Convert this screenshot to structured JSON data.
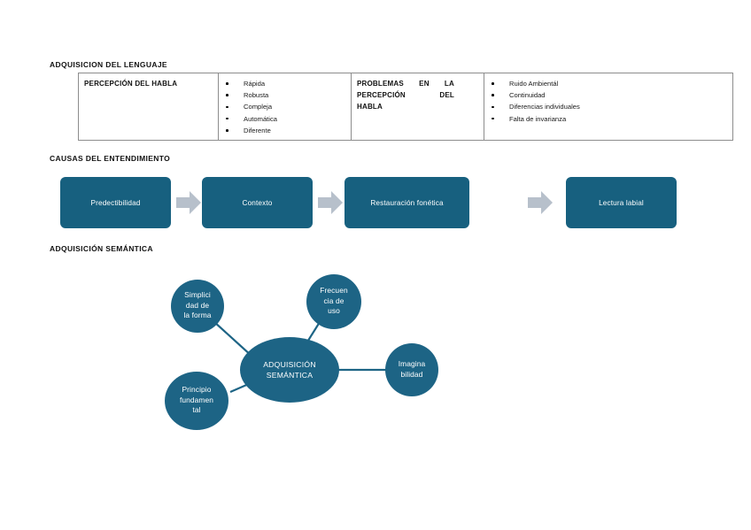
{
  "document": {
    "title": "Adquisición del lenguaje - apuntes",
    "background_color": "#ffffff",
    "theme": {
      "box_fill": "#17607f",
      "node_fill": "#1d6485",
      "arrow_fill": "#b7c0cb",
      "table_border": "#8d8d8d",
      "text_dark": "#111111",
      "text_light": "#ffffff"
    }
  },
  "sections": {
    "language_acquisition": {
      "heading": "ADQUISICION DEL LENGUAJE",
      "table": {
        "cells": [
          {
            "type": "label",
            "text": "PERCEPCIÓN DEL HABLA"
          },
          {
            "type": "list",
            "items": [
              "Rápida",
              "Robusta",
              "Compleja",
              "Automática",
              "Diferente"
            ]
          },
          {
            "type": "label-justified",
            "lines": [
              "PROBLEMAS EN LA",
              "PERCEPCIÓN DEL",
              "HABLA"
            ]
          },
          {
            "type": "list",
            "items": [
              "Ruido Ambientál",
              "Continuidad",
              "Diferencias individuales",
              "Falta de invarianza"
            ]
          }
        ]
      }
    },
    "understanding_causes": {
      "heading": "CAUSAS DEL ENTENDIMIENTO",
      "flow": {
        "arrow_icon": "right-arrow-icon",
        "steps": [
          {
            "label": "Predectibilidad"
          },
          {
            "label": "Contexto"
          },
          {
            "label": "Restauración fonética"
          },
          {
            "label": "Lectura labial"
          }
        ]
      }
    },
    "semantic_acquisition": {
      "heading": "ADQUISICIÓN SEMÁNTICA",
      "mindmap": {
        "center": {
          "lines": [
            "ADQUISICIÓN",
            "SEMÁNTICA"
          ]
        },
        "nodes": [
          {
            "id": "simplicidad",
            "lines": [
              "Simplici",
              "dad de",
              "la forma"
            ]
          },
          {
            "id": "frecuencia",
            "lines": [
              "Frecuen",
              "cia de",
              "uso"
            ]
          },
          {
            "id": "imaginabilidad",
            "lines": [
              "Imagina",
              "bilidad"
            ]
          },
          {
            "id": "principio",
            "lines": [
              "Principio",
              "fundamen",
              "tal"
            ]
          }
        ]
      }
    }
  }
}
